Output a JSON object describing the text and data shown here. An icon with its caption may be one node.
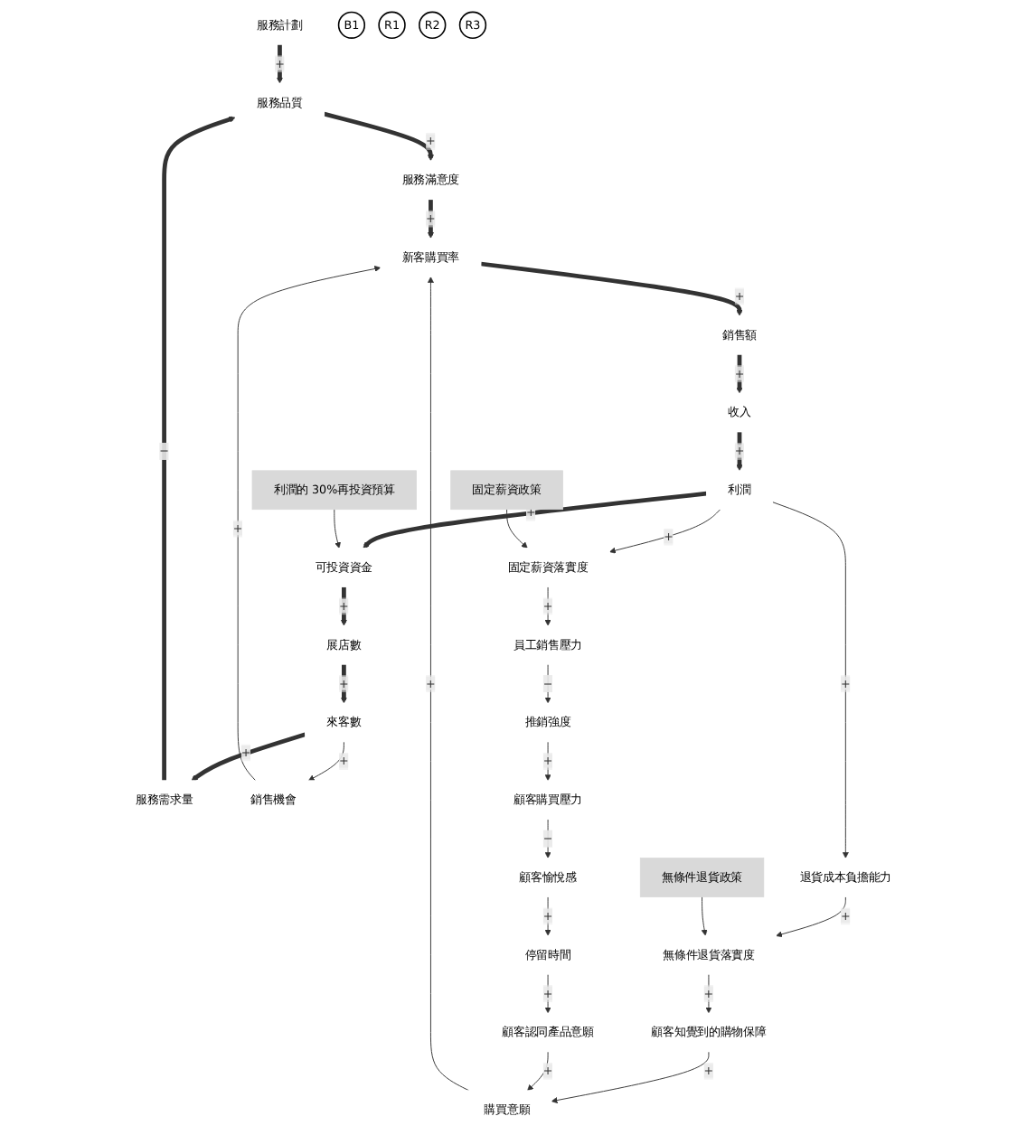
{
  "diagram": {
    "nodes": [
      {
        "text": [
          "服務計劃"
        ]
      },
      {
        "text": [
          "服務品質"
        ]
      },
      {
        "text": [
          "服務需求量"
        ]
      },
      {
        "text": [
          "B1"
        ]
      },
      {
        "text": [
          "服務滿意度"
        ]
      },
      {
        "text": [
          "銷售機會"
        ]
      },
      {
        "text": [
          "來客數"
        ]
      },
      {
        "text": [
          "新客購買率"
        ]
      },
      {
        "text": [
          "購買意願"
        ]
      },
      {
        "text": [
          "展店數"
        ]
      },
      {
        "text": [
          "R1"
        ]
      },
      {
        "text": [
          "銷售額"
        ]
      },
      {
        "text": [
          "顧客認同產品意願"
        ]
      },
      {
        "text": [
          "顧客知覺到的購物保障"
        ]
      },
      {
        "text": [
          "可投資資金"
        ]
      },
      {
        "text": [
          "收入"
        ]
      },
      {
        "text": [
          "停留時間"
        ]
      },
      {
        "text": [
          "利潤"
        ]
      },
      {
        "text": [
          "R2"
        ]
      },
      {
        "text": [
          "利潤的 30%再投資預算"
        ]
      },
      {
        "text": [
          "無條件退貨落實度"
        ]
      },
      {
        "text": [
          "固定薪資落實度"
        ]
      },
      {
        "text": [
          "退貨成本負擔能力"
        ]
      },
      {
        "text": [
          "顧客愉悅感"
        ]
      },
      {
        "text": [
          "R3"
        ]
      },
      {
        "text": [
          "無條件退貨政策"
        ]
      },
      {
        "text": [
          "固定薪資政策"
        ]
      },
      {
        "text": [
          "員工銷售壓力"
        ]
      },
      {
        "text": [
          "顧客購買壓力"
        ]
      },
      {
        "text": [
          "推銷強度"
        ]
      }
    ],
    "edges": [
      {
        "from": 0,
        "to": 1,
        "arrow": "to",
        "label": "+",
        "style": "thick"
      },
      {
        "from": 1,
        "to": 4,
        "arrow": "to",
        "label": "+",
        "style": "thick"
      },
      {
        "from": 4,
        "to": 7,
        "arrow": "to",
        "label": "+",
        "style": "thick"
      },
      {
        "from": 2,
        "to": 1,
        "arrow": "to",
        "label": "−",
        "style": "thick"
      },
      {
        "from": 6,
        "to": 2,
        "arrow": "to",
        "label": "+",
        "style": "thick"
      },
      {
        "from": 6,
        "to": 5,
        "arrow": "to",
        "label": "+"
      },
      {
        "from": 5,
        "to": 7,
        "arrow": "to",
        "label": "+"
      },
      {
        "from": 7,
        "to": 11,
        "arrow": "to",
        "label": "+",
        "style": "thick"
      },
      {
        "from": 11,
        "to": 15,
        "arrow": "to",
        "label": "+",
        "style": "thick"
      },
      {
        "from": 15,
        "to": 17,
        "arrow": "to",
        "label": "+",
        "style": "thick"
      },
      {
        "from": 17,
        "to": 14,
        "arrow": "to",
        "label": "+",
        "style": "thick"
      },
      {
        "from": 14,
        "to": 9,
        "arrow": "to",
        "label": "+",
        "style": "thick"
      },
      {
        "from": 9,
        "to": 6,
        "arrow": "to",
        "label": "+",
        "style": "thick"
      },
      {
        "from": 19,
        "to": 14,
        "arrow": "to"
      },
      {
        "from": 17,
        "to": 21,
        "arrow": "to",
        "label": "+"
      },
      {
        "from": 17,
        "to": 22,
        "arrow": "to",
        "label": "+"
      },
      {
        "from": 22,
        "to": 20,
        "arrow": "to",
        "label": "+"
      },
      {
        "from": 25,
        "to": 20,
        "arrow": "to"
      },
      {
        "from": 20,
        "to": 13,
        "arrow": "to",
        "label": "+"
      },
      {
        "from": 13,
        "to": 8,
        "arrow": "to",
        "label": "+"
      },
      {
        "from": 8,
        "to": 7,
        "arrow": "to",
        "label": "+"
      },
      {
        "from": 12,
        "to": 8,
        "arrow": "to",
        "label": "+"
      },
      {
        "from": 16,
        "to": 12,
        "arrow": "to",
        "label": "+"
      },
      {
        "from": 23,
        "to": 16,
        "arrow": "to",
        "label": "+"
      },
      {
        "from": 28,
        "to": 23,
        "arrow": "to",
        "label": "−"
      },
      {
        "from": 29,
        "to": 28,
        "arrow": "to",
        "label": "+"
      },
      {
        "from": 27,
        "to": 29,
        "arrow": "to",
        "label": "−"
      },
      {
        "from": 21,
        "to": 27,
        "arrow": "to",
        "label": "+"
      },
      {
        "from": 26,
        "to": 21,
        "arrow": "to"
      }
    ]
  }
}
